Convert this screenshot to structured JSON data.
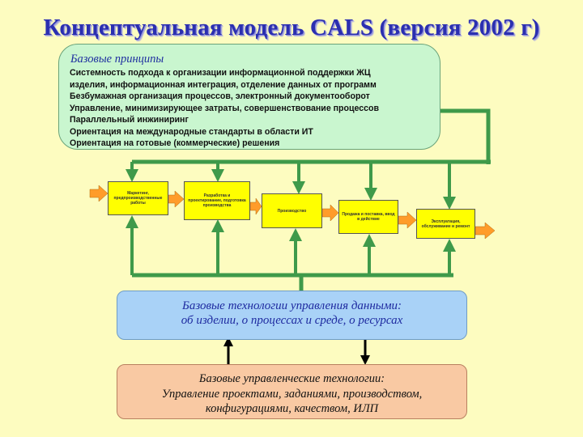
{
  "title": "Концептуальная модель CALS (версия 2002 г)",
  "principles": {
    "heading": "Базовые принципы",
    "items": [
      "Системность подхода  к организации информационной поддержки ЖЦ",
      "изделия, информационная интеграция, отделение данных от  программ",
      "Безбумажная организация процессов, электронный документооборот",
      "Управление, минимизирующее затраты, совершенствование процессов",
      "Параллельный инжиниринг",
      "Ориентация на международные стандарты в области ИТ",
      "Ориентация на готовые (коммерческие)  решения"
    ]
  },
  "stages": [
    "Маркетинг, предпроизводственные работы",
    "Разработка и проектирование, подготовка производства",
    "Производство",
    "Продажа и поставка, ввод в действие",
    "Эксплуатация, обслуживание и ремонт"
  ],
  "data_tech": {
    "line1": "Базовые технологии управления данными:",
    "line2": "об изделии, о  процессах и среде, о ресурсах"
  },
  "mgmt_tech": {
    "line1": "Базовые управленческие технологии:",
    "line2": "Управление проектами, заданиями, производством,",
    "line3": "конфигурациями, качеством, ИЛП"
  },
  "colors": {
    "background": "#fdfcc0",
    "title": "#2b2fb0",
    "connector": "#3f9a4a",
    "stage": "#ffff00",
    "process_arrow": "#ff9c2a",
    "principles_box": "#c9f6cf",
    "data_box": "#a9d2f7",
    "mgmt_box": "#f9c9a3",
    "vertical_arrow": "#000000"
  }
}
